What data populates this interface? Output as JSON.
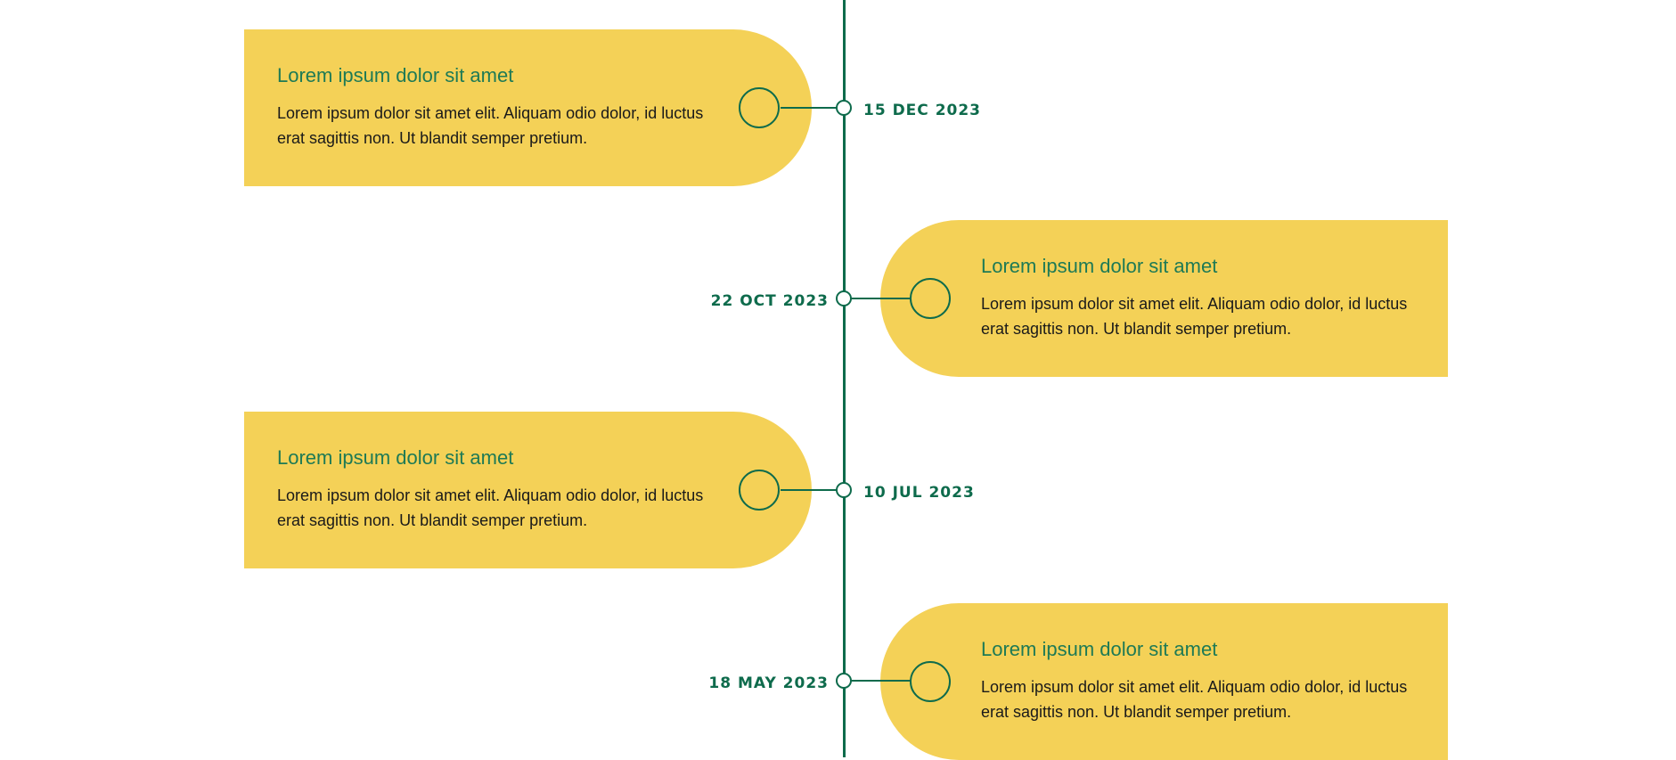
{
  "timeline": {
    "events": [
      {
        "date": "15 DEC 2023",
        "title": "Lorem ipsum dolor sit amet",
        "body": "Lorem ipsum dolor sit amet elit. Aliquam odio dolor, id luctus erat sagittis non. Ut blandit semper pretium."
      },
      {
        "date": "22 OCT 2023",
        "title": "Lorem ipsum dolor sit amet",
        "body": "Lorem ipsum dolor sit amet elit. Aliquam odio dolor, id luctus erat sagittis non. Ut blandit semper pretium."
      },
      {
        "date": "10 JUL 2023",
        "title": "Lorem ipsum dolor sit amet",
        "body": "Lorem ipsum dolor sit amet elit. Aliquam odio dolor, id luctus erat sagittis non. Ut blandit semper pretium."
      },
      {
        "date": "18 MAY 2023",
        "title": "Lorem ipsum dolor sit amet",
        "body": "Lorem ipsum dolor sit amet elit. Aliquam odio dolor, id luctus erat sagittis non. Ut blandit semper pretium."
      }
    ]
  },
  "colors": {
    "accent": "#0e6b4c",
    "card": "#f4d157",
    "title": "#1e7a55",
    "text": "#1a1a1a",
    "background": "#ffffff"
  }
}
